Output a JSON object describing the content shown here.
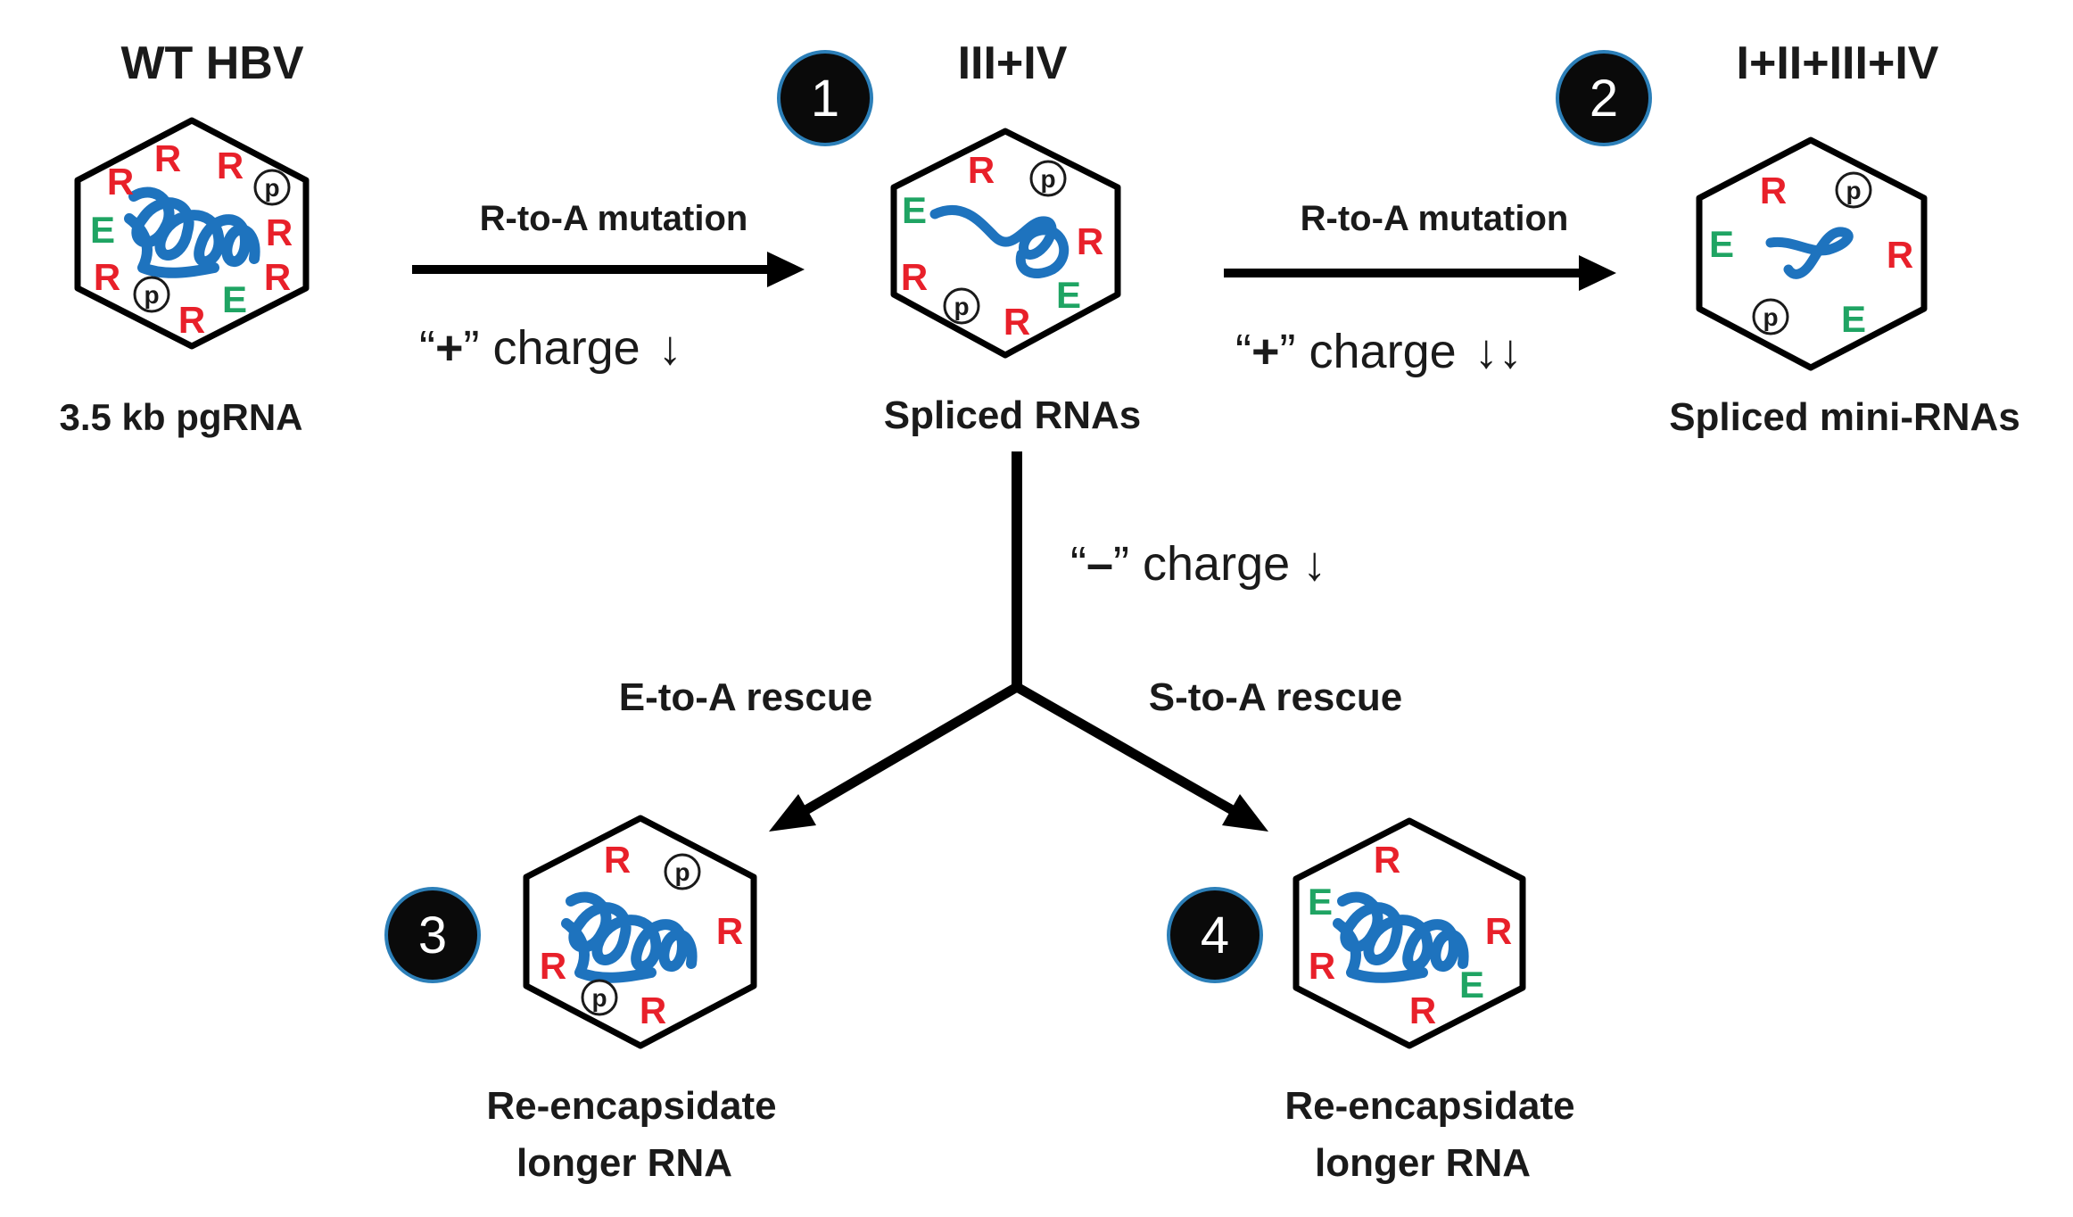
{
  "colors": {
    "arginine": "#e8202a",
    "glutamate": "#1fa463",
    "rna": "#1e73be",
    "badge": "#0a0a0a",
    "badge_ring": "#2c7fb8",
    "line": "#000000"
  },
  "icons": {
    "capsid": "hexagon-capsid-icon",
    "rna": "rna-squiggle-icon",
    "phospho": "circled-p-icon"
  },
  "capsids": {
    "wt": {
      "title": "WT HBV",
      "caption": "3.5 kb pgRNA",
      "residues": [
        "R",
        "R",
        "R",
        "R",
        "R",
        "R",
        "R",
        "E",
        "E"
      ],
      "phospho": [
        "p",
        "p"
      ]
    },
    "c1": {
      "badge": "1",
      "title": "III+IV",
      "caption": "Spliced RNAs",
      "residues": [
        "R",
        "R",
        "R",
        "R",
        "E",
        "E"
      ],
      "phospho": [
        "p",
        "p"
      ]
    },
    "c2": {
      "badge": "2",
      "title": "I+II+III+IV",
      "caption": "Spliced mini-RNAs",
      "residues": [
        "R",
        "R",
        "E",
        "E"
      ],
      "phospho": [
        "p",
        "p"
      ]
    },
    "c3": {
      "badge": "3",
      "caption_line1": "Re-encapsidate",
      "caption_line2": "longer RNA",
      "residues": [
        "R",
        "R",
        "R",
        "R"
      ],
      "phospho": [
        "p",
        "p"
      ]
    },
    "c4": {
      "badge": "4",
      "caption_line1": "Re-encapsidate",
      "caption_line2": "longer RNA",
      "residues": [
        "R",
        "R",
        "R",
        "R",
        "E",
        "E"
      ]
    }
  },
  "arrows": {
    "a1": {
      "label": "R-to-A mutation",
      "charge_open": "“",
      "charge_sign": "+",
      "charge_close": "” charge",
      "charge_arrows": "↓"
    },
    "a2": {
      "label": "R-to-A mutation",
      "charge_open": "“",
      "charge_sign": "+",
      "charge_close": "” charge",
      "charge_arrows": "↓↓"
    },
    "branch": {
      "charge_open": "“",
      "charge_sign": "–",
      "charge_close": "” charge",
      "charge_arrows": "↓",
      "left_label": "E-to-A rescue",
      "right_label": "S-to-A rescue"
    }
  }
}
